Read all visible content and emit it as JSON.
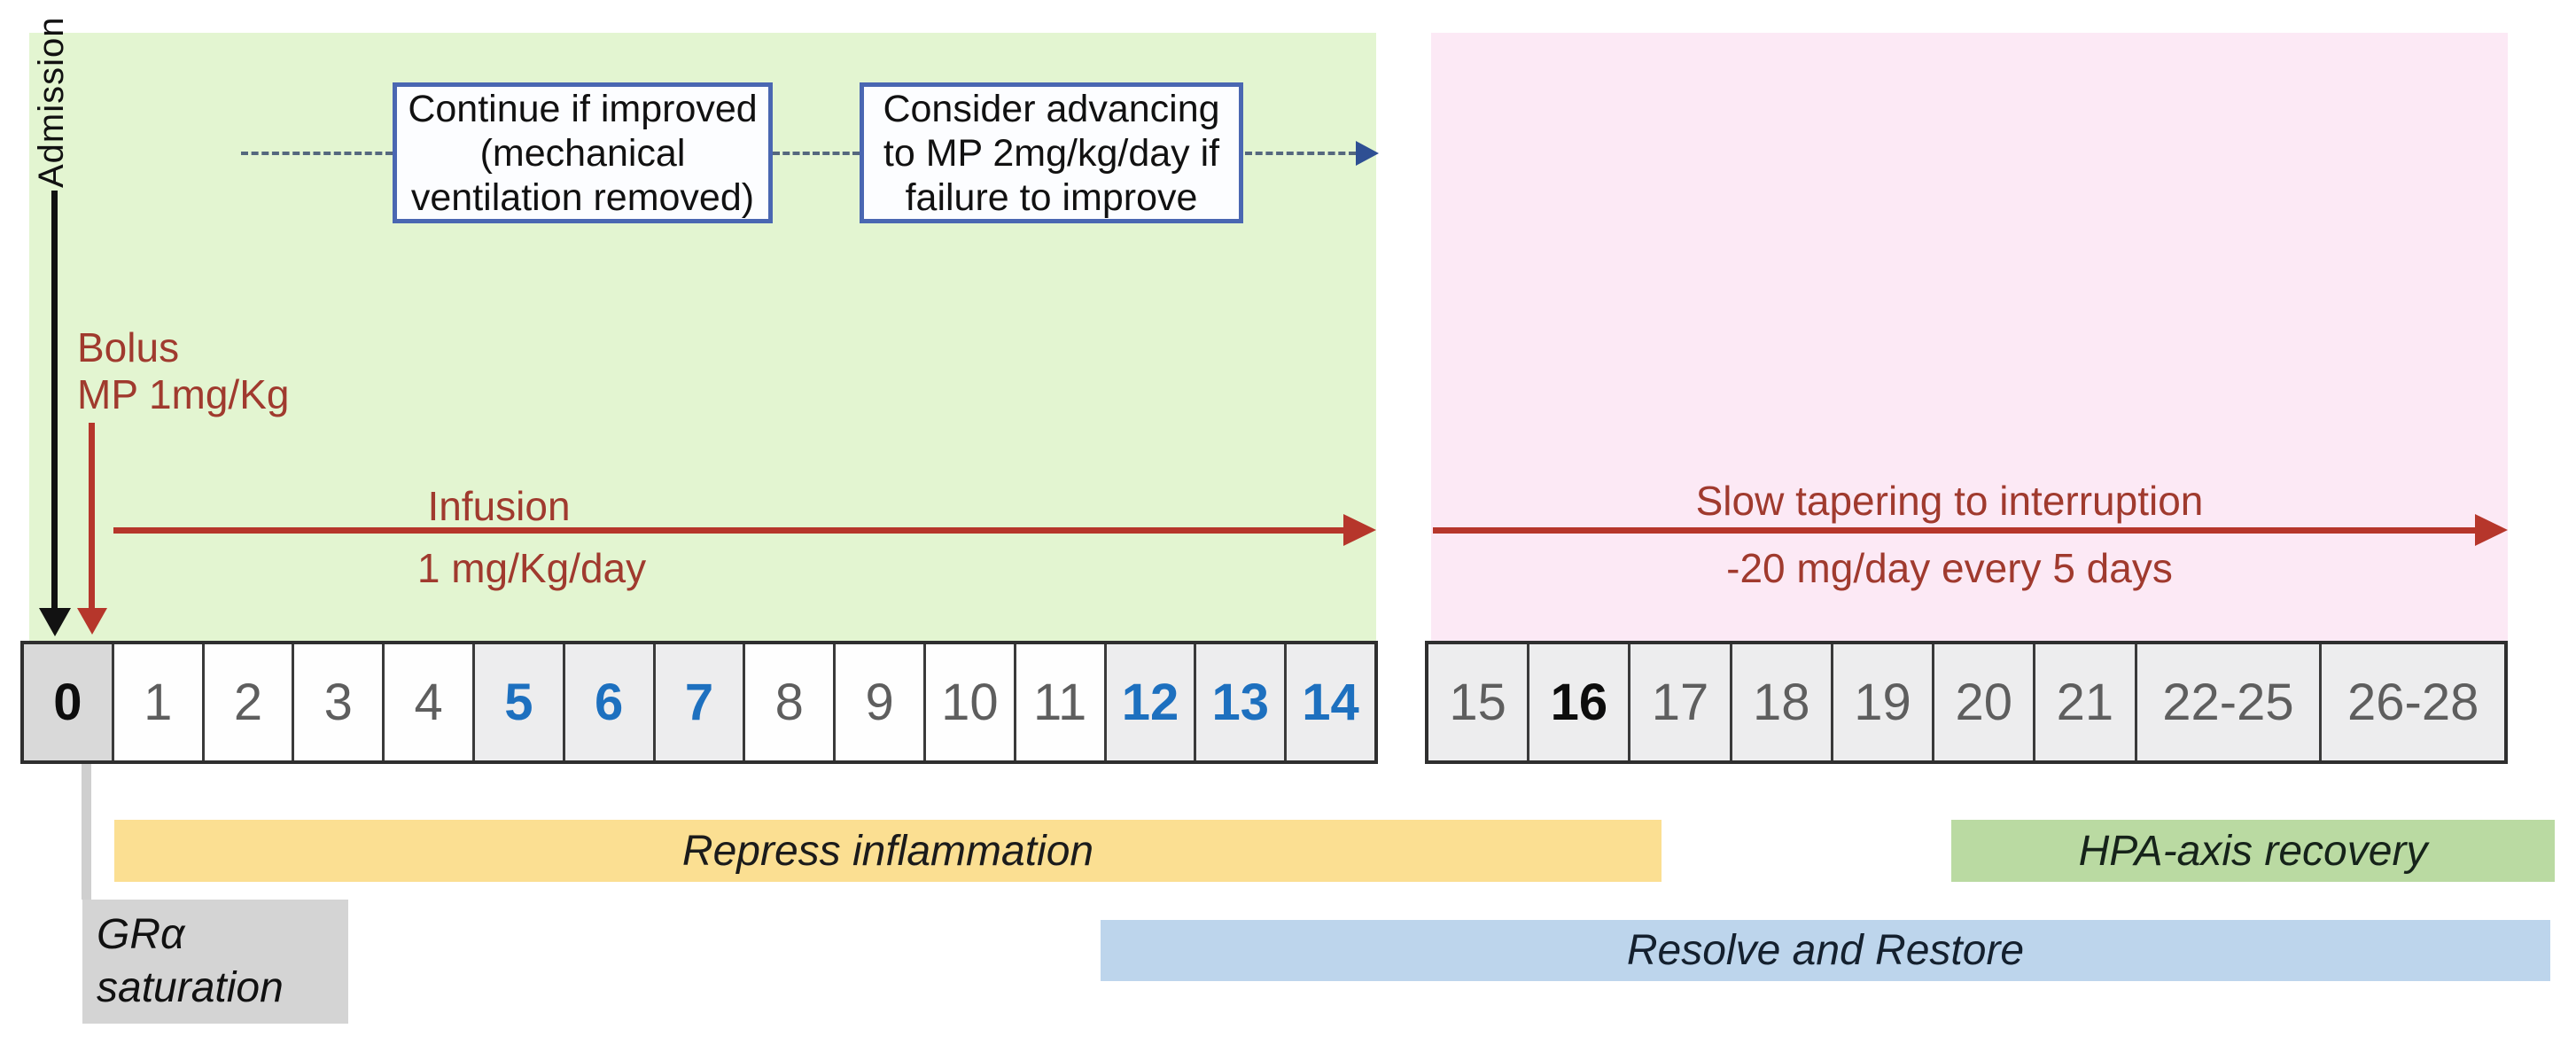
{
  "colors": {
    "acute_phase_bg": "#e3f5d1",
    "tapering_phase_bg": "#fce9f5",
    "red_arrow": "#b6362b",
    "dark_red_text": "#a03a2e",
    "dashed_flow": "#55687e",
    "flow_arrowhead": "#2e4f93",
    "decision_box_border": "#4a67b2",
    "day_blue": "#1d70bf",
    "day_gray": "#5e5e5e",
    "day0_bg": "#d9d9d9",
    "day_highlight_bg": "#ededee",
    "repress_bar": "#fbdf92",
    "hpa_bar": "#badaa2",
    "resolve_bar": "#bdd5ec",
    "gra_box": "#d4d4d4"
  },
  "admission": {
    "label": "Admission"
  },
  "bolus": {
    "line1": "Bolus",
    "line2": "MP 1mg/Kg"
  },
  "decision_flow": {
    "boxes": [
      {
        "lines": [
          "Continue if improved",
          "(mechanical",
          "ventilation removed)"
        ]
      },
      {
        "lines": [
          "Consider advancing",
          "to MP 2mg/kg/day if",
          "failure to improve"
        ]
      }
    ]
  },
  "infusion_arrow": {
    "label": "Infusion",
    "dose": "1 mg/Kg/day"
  },
  "tapering_arrow": {
    "label": "Slow tapering to interruption",
    "dose": "-20 mg/day every 5 days"
  },
  "timeline": {
    "left_days": [
      "0",
      "1",
      "2",
      "3",
      "4",
      "5",
      "6",
      "7",
      "8",
      "9",
      "10",
      "11",
      "12",
      "13",
      "14"
    ],
    "right_days": [
      "15",
      "16",
      "17",
      "18",
      "19",
      "20",
      "21",
      "22-25",
      "26-28"
    ]
  },
  "phase_bars": {
    "repress": "Repress inflammation",
    "hpa": "HPA-axis recovery",
    "resolve": "Resolve and Restore",
    "gra_line1": "GRα",
    "gra_line2": "saturation"
  }
}
